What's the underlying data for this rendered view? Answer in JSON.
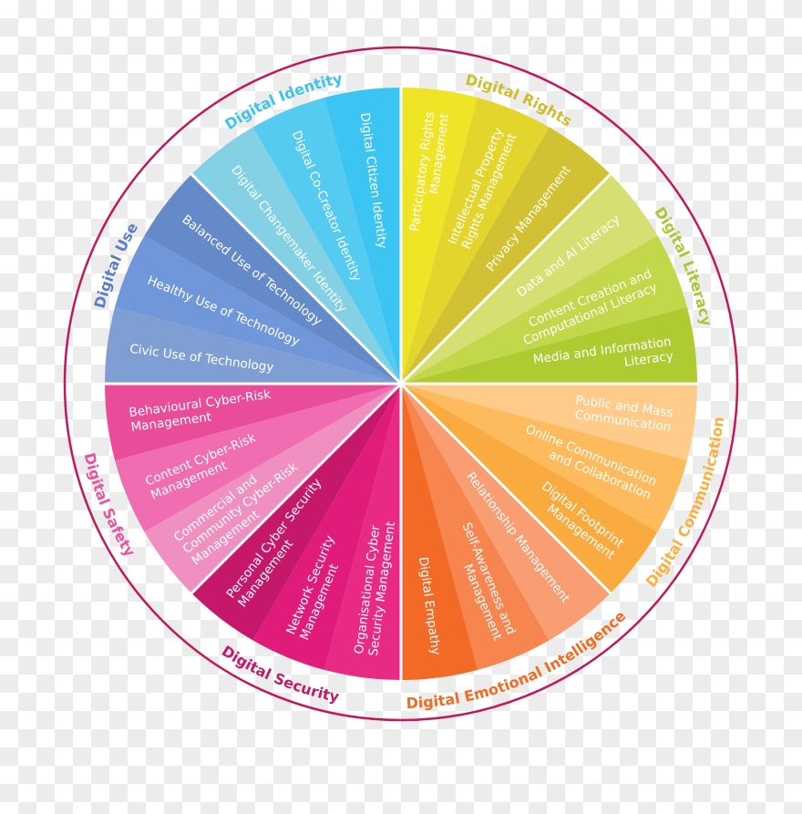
{
  "wheel": {
    "ring_color": "#c2185b",
    "categories": [
      {
        "name": "Digital Rights",
        "color": "#cfbd2a",
        "items": [
          {
            "label": [
              "Participatory Rights",
              "Management"
            ],
            "color": "#f0e427"
          },
          {
            "label": [
              "Intellectual Property",
              "Rights Management"
            ],
            "color": "#e3d52c"
          },
          {
            "label": [
              "Privacy Management"
            ],
            "color": "#d2c132"
          }
        ]
      },
      {
        "name": "Digital Literacy",
        "color": "#a8c734",
        "items": [
          {
            "label": [
              "Data and AI Literacy"
            ],
            "color": "#d5df72"
          },
          {
            "label": [
              "Content Creation and",
              "Computational Literacy"
            ],
            "color": "#c3d74b"
          },
          {
            "label": [
              "Media and Information",
              "Literacy"
            ],
            "color": "#afcb32"
          }
        ]
      },
      {
        "name": "Digital Communication",
        "color": "#fbb040",
        "items": [
          {
            "label": [
              "Public and Mass",
              "Communication"
            ],
            "color": "#fecb8a"
          },
          {
            "label": [
              "Online Communication",
              "and Collaboration"
            ],
            "color": "#fdbb5e"
          },
          {
            "label": [
              "Digital Footprint",
              "Management"
            ],
            "color": "#f9ab40"
          }
        ]
      },
      {
        "name": "Digital Emotional Intelligence",
        "color": "#f26b22",
        "items": [
          {
            "label": [
              "Relationship Management"
            ],
            "color": "#f89e72"
          },
          {
            "label": [
              "Self-Awareness and",
              "Management"
            ],
            "color": "#f7854f"
          },
          {
            "label": [
              "Digital Empathy"
            ],
            "color": "#f26a25"
          }
        ]
      },
      {
        "name": "Digital Security",
        "color": "#c4186a",
        "items": [
          {
            "label": [
              "Organisational Cyber",
              "Security Management"
            ],
            "color": "#e92a84"
          },
          {
            "label": [
              "Network  Security",
              "Management"
            ],
            "color": "#e01b7a"
          },
          {
            "label": [
              "Personal Cyber Security",
              "Management"
            ],
            "color": "#c5186b"
          }
        ]
      },
      {
        "name": "Digital Safety",
        "color": "#e8559d",
        "items": [
          {
            "label": [
              "Commercial and",
              "Community Cyber-Risk",
              "Management"
            ],
            "color": "#f090c0"
          },
          {
            "label": [
              "Content Cyber-Risk",
              "Management"
            ],
            "color": "#ef6db0"
          },
          {
            "label": [
              "Behavioural Cyber-Risk",
              "Management"
            ],
            "color": "#e94d99"
          }
        ]
      },
      {
        "name": "Digital Use",
        "color": "#5b7ec6",
        "items": [
          {
            "label": [
              "Civic Use of Technology"
            ],
            "color": "#7f9fd4"
          },
          {
            "label": [
              "Healthy Use of Technology"
            ],
            "color": "#7097d9"
          },
          {
            "label": [
              "Balanced Use of Technology"
            ],
            "color": "#658ac9"
          }
        ]
      },
      {
        "name": "Digital Identity",
        "color": "#3cc3ef",
        "items": [
          {
            "label": [
              "Digital Changemaker Identity"
            ],
            "color": "#84d1e6"
          },
          {
            "label": [
              "Digital Co-Creator Identity"
            ],
            "color": "#55cbf2"
          },
          {
            "label": [
              "Digital Citizen Identity"
            ],
            "color": "#3cc5f2"
          }
        ]
      }
    ]
  }
}
